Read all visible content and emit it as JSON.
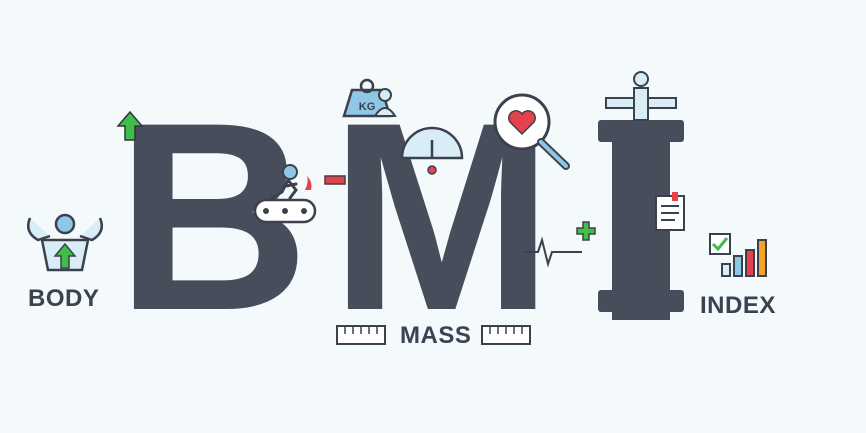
{
  "letters": {
    "b": "B",
    "m": "M"
  },
  "labels": {
    "body": "BODY",
    "mass": "MASS",
    "index": "INDEX"
  },
  "icons": {
    "weight_tag": "KG"
  },
  "colors": {
    "letter": "#474d5a",
    "background": "#f4f9fc",
    "accent_green": "#3fbf4a",
    "accent_red": "#e6424b",
    "accent_blue": "#8fc7e6",
    "accent_orange": "#f4a326",
    "outline": "#3b414d"
  }
}
